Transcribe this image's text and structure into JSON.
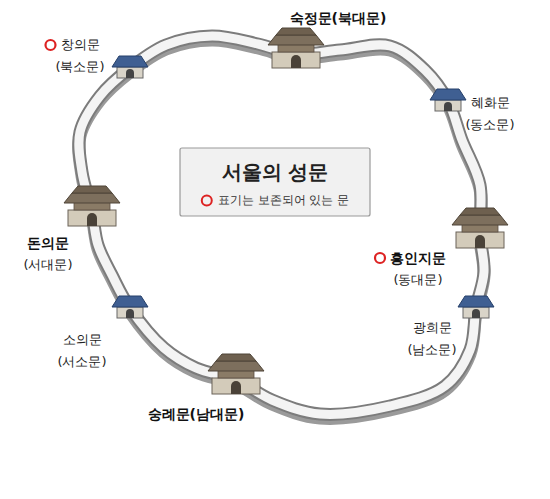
{
  "diagram": {
    "title": "서울의 성문",
    "labels": [
      "창의문",
      "(북소문)",
      "숙정문(북대문)",
      "혜화문",
      "(동소문)",
      "돈의문",
      "(서대문)",
      "흥인지문",
      "(동대문)",
      "소의문",
      "(서소문)",
      "광희문",
      "(남소문)",
      "숭례문(남대문)"
    ],
    "legend": [
      {
        "text": "표기는 보존되어 있는 문"
      }
    ]
  }
}
